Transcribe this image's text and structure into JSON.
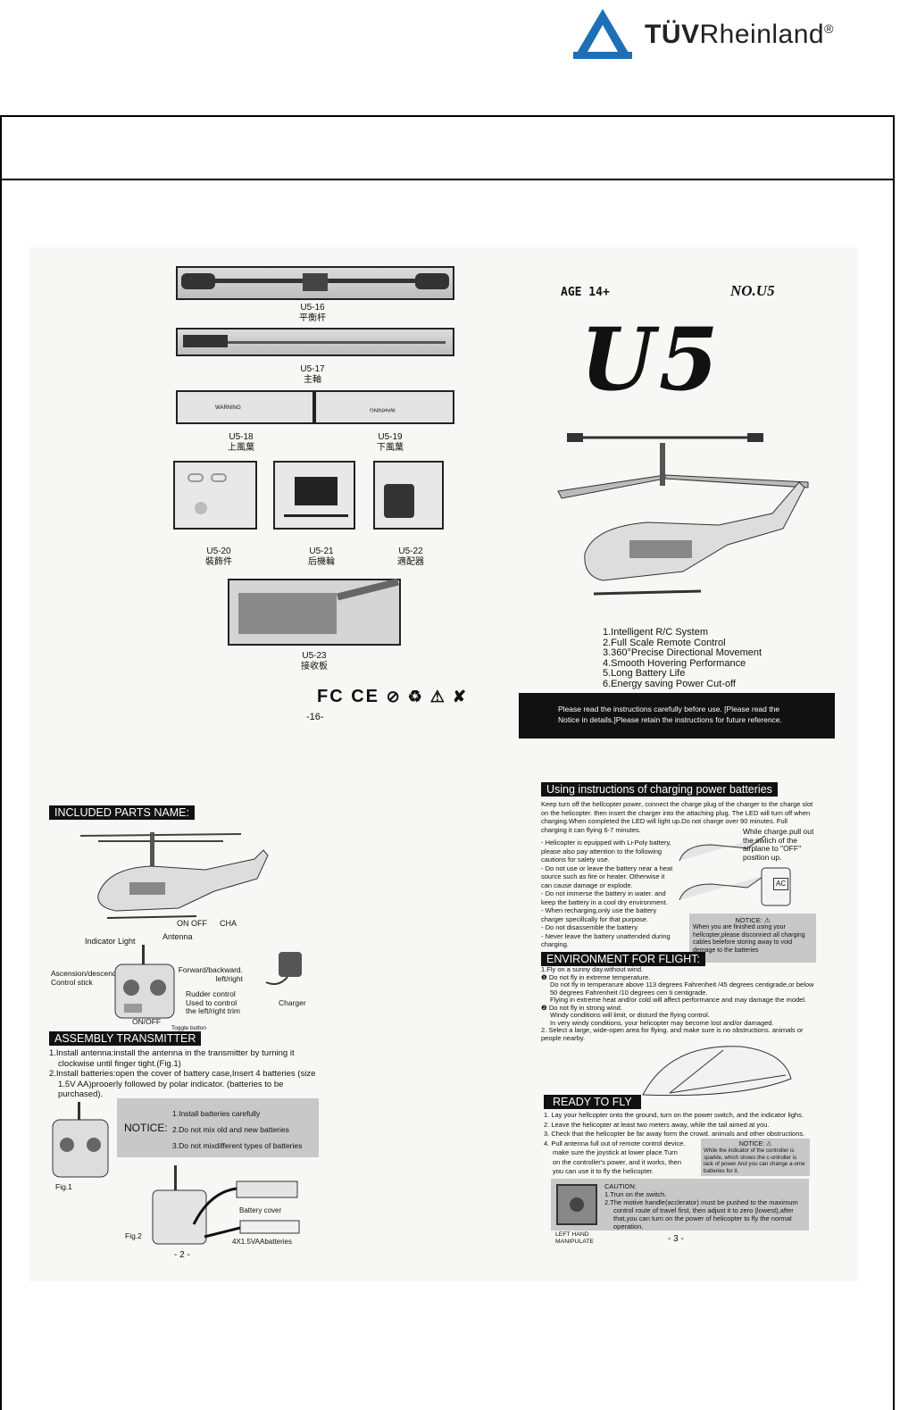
{
  "header": {
    "logo_text": "TÜVRheinland",
    "logo_mark": "®"
  },
  "page16": {
    "parts": [
      {
        "code": "U5-16",
        "name": "平衡杆"
      },
      {
        "code": "U5-17",
        "name": "主軸"
      },
      {
        "code": "U5-18",
        "name": "上風葉"
      },
      {
        "code": "U5-19",
        "name": "下風葉"
      },
      {
        "code": "U5-20",
        "name": "裝飾件"
      },
      {
        "code": "U5-21",
        "name": "后機輪"
      },
      {
        "code": "U5-22",
        "name": "適配器"
      },
      {
        "code": "U5-23",
        "name": "接收板"
      }
    ],
    "blade_text": "WARNING",
    "cert_marks": "FC CE",
    "page_no": "-16-"
  },
  "cover": {
    "age": "AGE 14+",
    "model_no": "NO.U5",
    "big_title": "U5",
    "features": [
      "1.Intelligent R/C System",
      "2.Full Scale Remote Control",
      "3.360°Precise Directional Movement",
      "4.Smooth Hovering Performance",
      "5.Long Battery Life",
      "6.Energy saving Power Cut-off"
    ],
    "notice_box": "Please read the instructions carefully before use. [Please read the Notice in details.]Please retain the instructions for future reference."
  },
  "page2": {
    "parts_heading": "INCLUDED PARTS NAME:",
    "labels": {
      "onoff": "ON OFF",
      "cha": "CHA",
      "antenna": "Antenna",
      "indicator": "Indicator Light",
      "ascension": "Ascension/descend Control stick",
      "forward": "Forward/backward. left/right",
      "rudder": "Rudder control Used to control the left/right trim",
      "onoff2": "ON/OFF",
      "toggle": "Toggle button",
      "charger": "Charger"
    },
    "assembly_heading": "ASSEMBLY TRANSMITTER",
    "assembly_steps": [
      "1.Install antenna:install the antenna in the transmitter by turning it clockwise until finger tight.(Fig.1)",
      "2.Install batteries:open the cover of battery case,Insert 4 batteries (size 1.5V AA)prooerly followed by polar indicator. (batteries to be purchased)."
    ],
    "notice_label": "NOTICE:",
    "notice_items": [
      "1.Install batteries carefully",
      "2.Do not mix old and new batteries",
      "3.Do not mixdifferent types of batteries"
    ],
    "fig1": "Fig.1",
    "fig2": "Fig.2",
    "battery_cover": "Battery cover",
    "batteries": "4X1.5VAAbatteries",
    "page_no": "- 2 -"
  },
  "page3": {
    "charge_heading": "Using instructions of charging power batteries",
    "charge_intro": "Keep turn off the hellcopter power, connect the charge plug of the charger to the charge slot on the helicopter. then insert the charger into the attaching plug. The LED will turn off when charging.When completed the LED will light up.Do not charge over 90 minutes. Full charging it can flying 6-7 minutes.",
    "charge_bullets": [
      "- Helicopter is epuipped with Li-Poly battery, please also pay attention to the following cautions for salety use.",
      "- Do not use or leave the battery near a heat source such as fire or heater. Otherwise it can cause damage or explode.",
      "- Do not immerse the battery in water. and keep the battery in a cool dry environment.",
      "- When recharging,only use the battery charger specillcally for that purpose.",
      "- Do not disassemble the battery.",
      "- Never leave the battery unattended during charging."
    ],
    "while_charge": "While charge.pull out the swlich of the airplane to \"OFF\" position up.",
    "ac": "AC",
    "notice1_title": "NOTICE:",
    "notice1_text": "When you are finished using your hellcopter,please disconnect all charging cables belefore storing away to void demage to the batteries",
    "env_heading": "ENVIRONMENT FOR FLIGHT:",
    "env_lines": [
      "1.Fly on a sunny day.without wind.",
      "Do not fly in extreme temperature.",
      "Do not fly in temperarure above 113 degrees Fahrenheit /45 degrees centigrade,or below 50 degrees Fahrenheit /10 degrees cen ti centigrade.",
      "Flying in extreme heat and/or cold will affect performance and may damage the model.",
      "Do not fly in strong wind.",
      "Windy conditions will limit, or disturd the flying control.",
      "In very windy conditions, your helicopter may become lost and/or damaged.",
      "2. Select a large, wide-open area for flying. and make sure is no obstructions. animals or people nearby."
    ],
    "ready_heading": "READY TO FLY",
    "ready_steps": [
      "1. Lay your hellcopter onto the ground, turn on the power switch, and the indicator lighs.",
      "2. Leave the helicopter at least two meters away, while the tail aimed at you.",
      "3. Check that the helicopter be far away form the crowd. animals and other obstructions.",
      "4. Pull antenna full out of remote control device. make sure the joystick at lower place.Turn on the controller's power, and it works, then you can use it to fly the helicopter."
    ],
    "notice2_title": "NOTICE:",
    "notice2_text": "While the indicator of the controller is sparkle, which shows the c-ontroller is lack of power And you can change a-ome batteries for it.",
    "caution_title": "CAUTION:",
    "caution_lines": [
      "1.Trun on the switch.",
      "2.The motive handle(acclerator) must be pushed to the maximum control route of travel first, then adjust it to zero (lowest),after that,you can turn on the power of helicopter to fly the normal operation."
    ],
    "left_hand": "LEFT HAND MANIPULATE",
    "page_no": "- 3 -"
  }
}
